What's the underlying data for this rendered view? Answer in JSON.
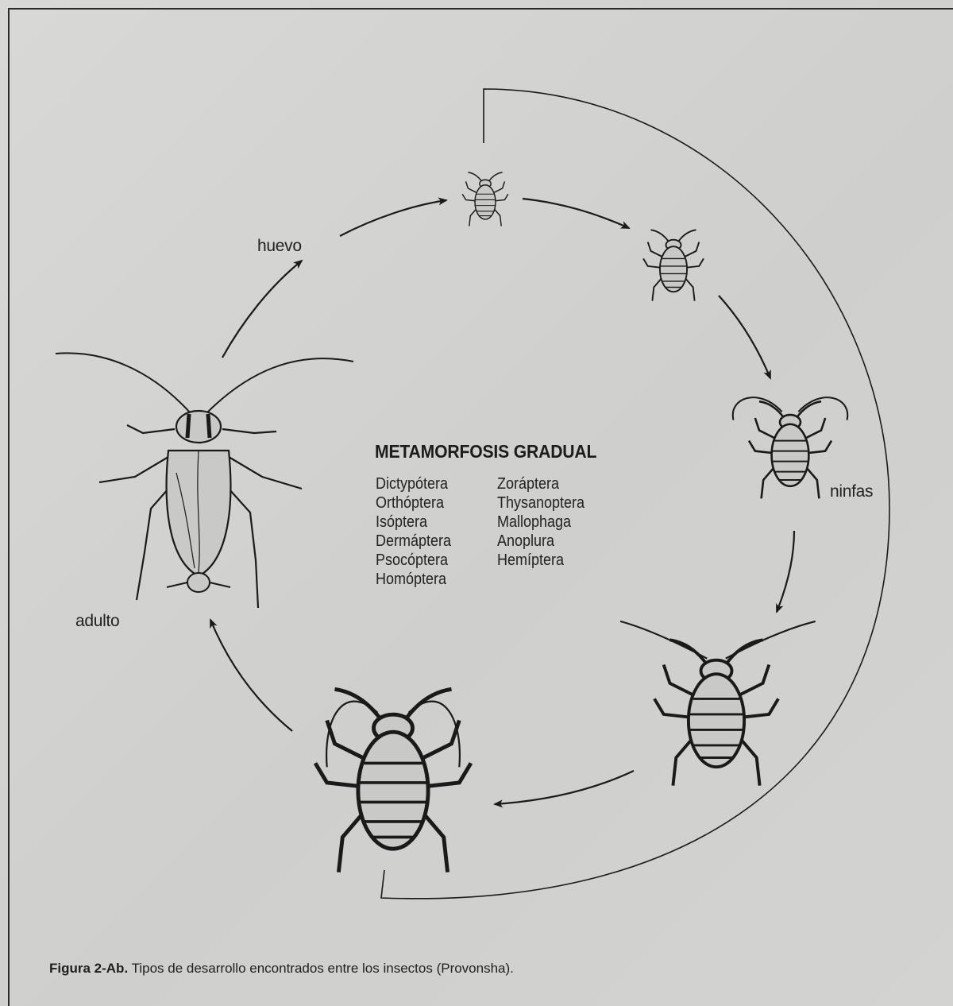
{
  "labels": {
    "egg": "huevo",
    "nymphs": "ninfas",
    "adult": "adulto"
  },
  "title": "METAMORFOSIS GRADUAL",
  "orders_left": [
    "Dictypótera",
    "Orthóptera",
    "Isóptera",
    "Dermáptera",
    "Psocóptera",
    "Homóptera"
  ],
  "orders_right": [
    "Zoráptera",
    "Thysanoptera",
    "Mallophaga",
    "Anoplura",
    "Hemíptera"
  ],
  "caption": {
    "figure": "Figura 2-Ab.",
    "text": "Tipos de desarrollo encontrados entre los insectos (Provonsha)."
  },
  "colors": {
    "paper": "#d4d4d2",
    "ink": "#1a1a1a"
  }
}
